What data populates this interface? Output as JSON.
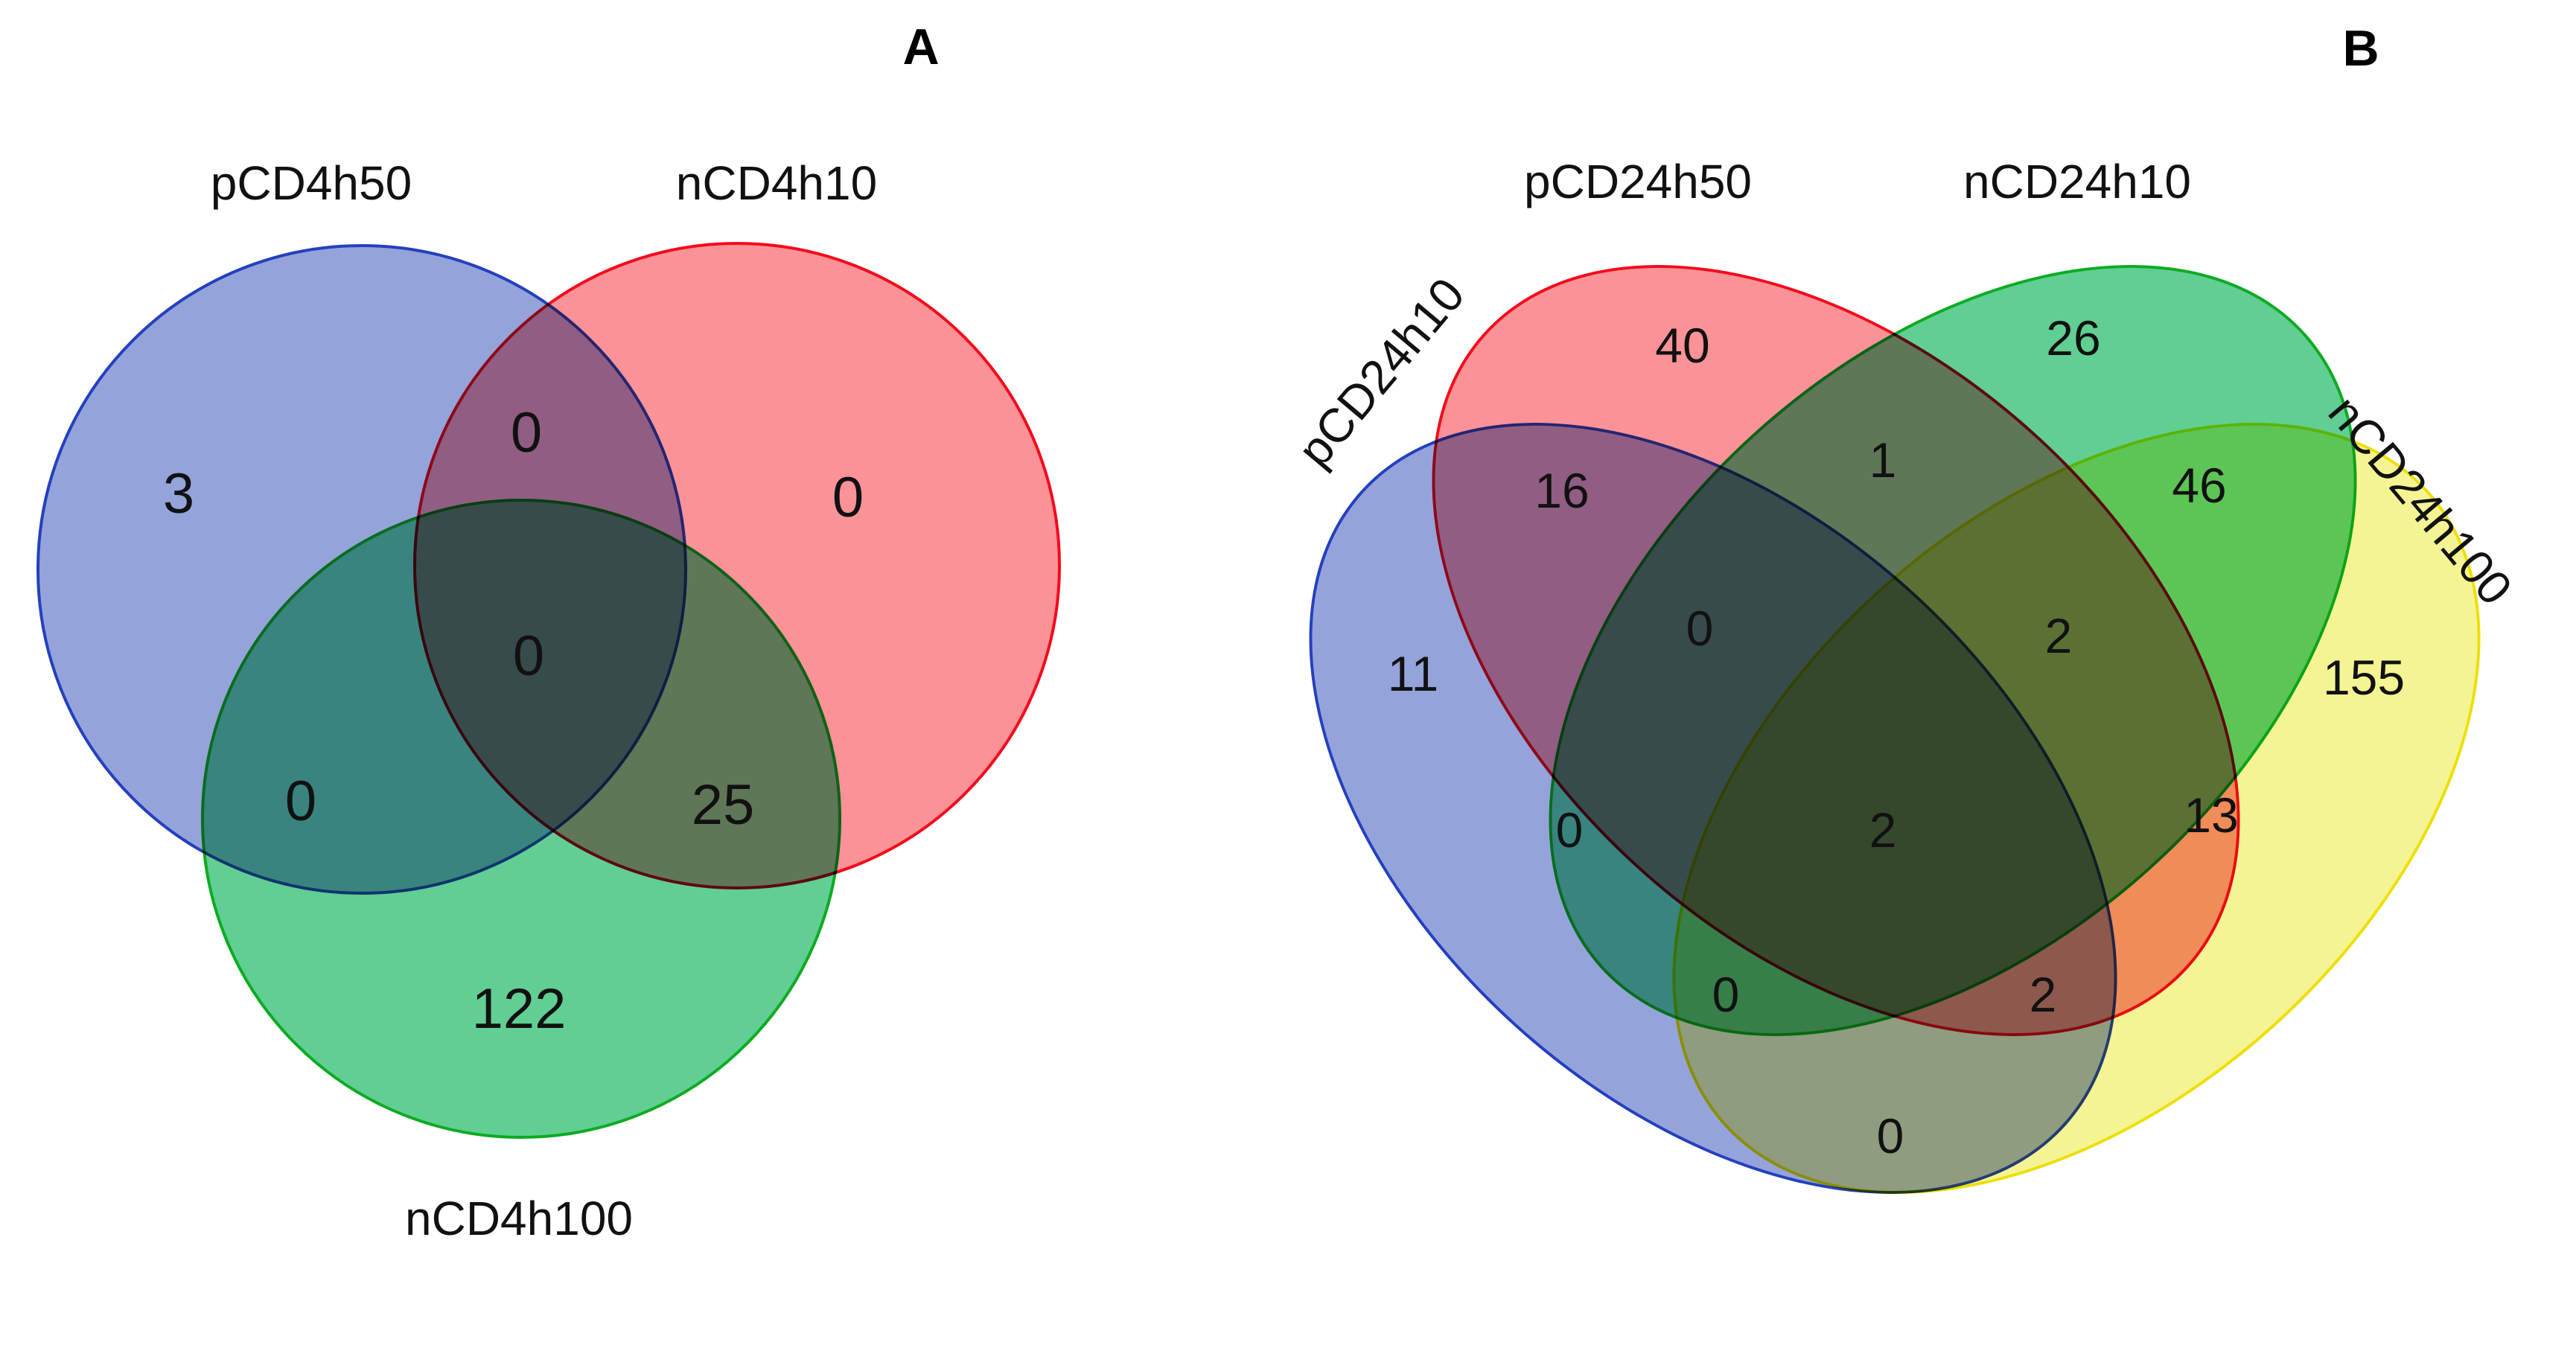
{
  "figure": {
    "background": "#ffffff",
    "text_color": "#111111"
  },
  "panelA": {
    "title": "A",
    "type": "venn3",
    "sets": [
      {
        "key": "s1",
        "label": "pCD4h50",
        "fill": "#95a3db",
        "border": "#2440bf"
      },
      {
        "key": "s2",
        "label": "nCD4h10",
        "fill": "#fa9296",
        "border": "#f30b1d"
      },
      {
        "key": "s3",
        "label": "nCD4h100",
        "fill": "#59cc8d",
        "border": "#0cab22"
      }
    ],
    "counts": {
      "s1_only": "3",
      "s2_only": "0",
      "s3_only": "122",
      "s1_s2": "0",
      "s1_s3": "0",
      "s2_s3": "25",
      "s1_s2_s3": "0"
    }
  },
  "panelB": {
    "title": "B",
    "type": "venn4",
    "sets": [
      {
        "key": "s1",
        "label": "pCD24h10",
        "fill": "#95a3db",
        "border": "#2440bf"
      },
      {
        "key": "s2",
        "label": "pCD24h50",
        "fill": "#fa9296",
        "border": "#f30b1d"
      },
      {
        "key": "s3",
        "label": "nCD24h10",
        "fill": "#59cc8d",
        "border": "#0cab22"
      },
      {
        "key": "s4",
        "label": "nCD24h100",
        "fill": "#f5f494",
        "border": "#eddf06"
      }
    ],
    "counts": {
      "s1_only": "11",
      "s2_only": "40",
      "s3_only": "26",
      "s4_only": "155",
      "s1_s2": "16",
      "s2_s3": "1",
      "s3_s4": "46",
      "s1_s3": "0",
      "s2_s4": "13",
      "s1_s4": "0",
      "s1_s2_s3": "0",
      "s2_s3_s4": "2",
      "s1_s3_s4": "0",
      "s1_s2_s4": "2",
      "s1_s2_s3_s4": "2"
    }
  }
}
